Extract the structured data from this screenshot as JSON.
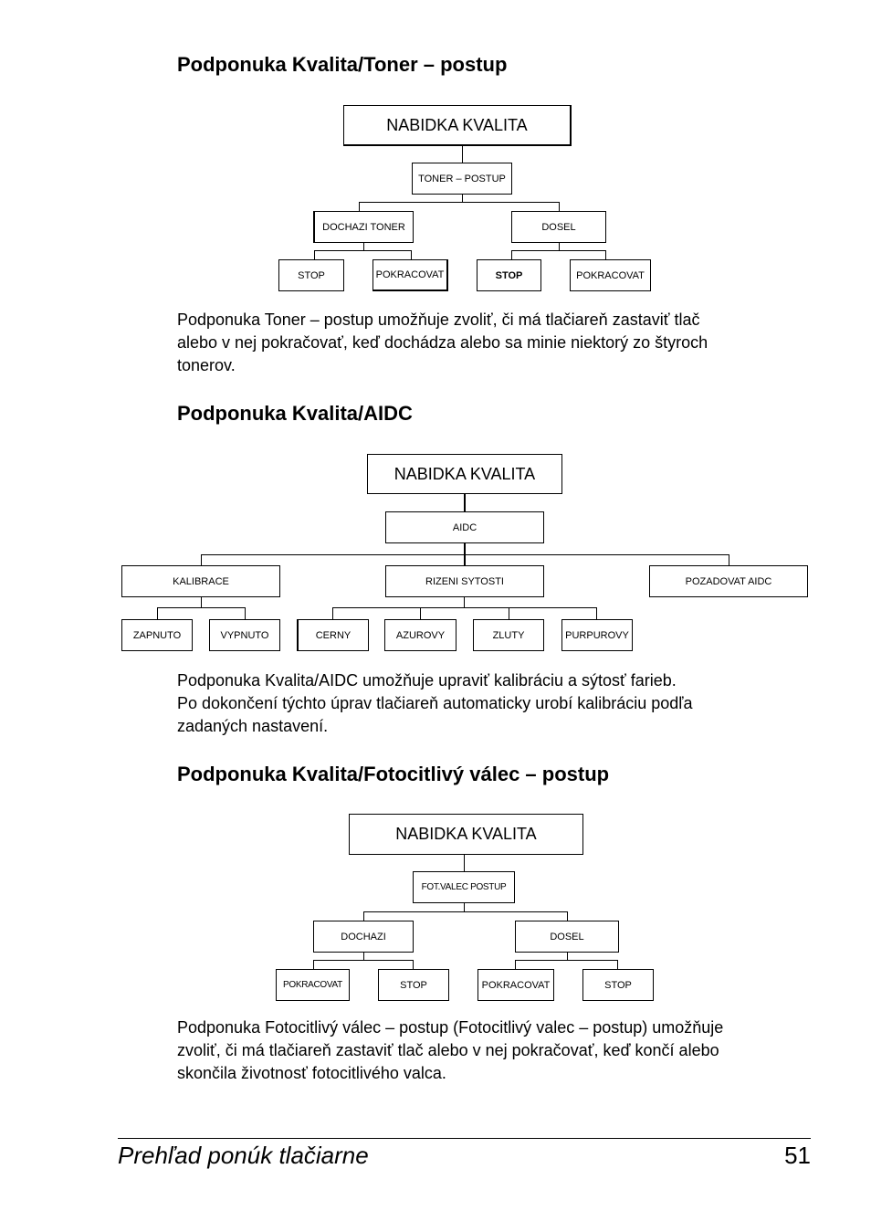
{
  "sections": [
    {
      "heading": "Podponuka Kvalita/Toner – postup",
      "diagram": {
        "root": "NABIDKA KVALITA",
        "level1": "TONER – POSTUP",
        "level2": [
          "DOCHAZI TONER",
          "DOSEL"
        ],
        "level3": [
          "STOP",
          "POKRACOVAT",
          "STOP",
          "POKRACOVAT"
        ]
      },
      "paragraph": [
        "Podponuka Toner – postup umožňuje zvoliť, či má tlačiareň zastaviť tlač",
        "alebo v nej pokračovať, keď dochádza alebo sa minie niektorý zo štyroch",
        "tonerov."
      ]
    },
    {
      "heading": "Podponuka Kvalita/AIDC",
      "diagram": {
        "root": "NABIDKA KVALITA",
        "level1": "AIDC",
        "level2": [
          "KALIBRACE",
          "RIZENI SYTOSTI",
          "POZADOVAT AIDC"
        ],
        "level3": [
          "ZAPNUTO",
          "VYPNUTO",
          "CERNY",
          "AZUROVY",
          "ZLUTY",
          "PURPUROVY"
        ]
      },
      "paragraph": [
        "Podponuka Kvalita/AIDC umožňuje upraviť kalibráciu a sýtosť farieb.",
        "Po dokončení týchto úprav tlačiareň automaticky urobí kalibráciu podľa",
        "zadaných nastavení."
      ]
    },
    {
      "heading": "Podponuka Kvalita/Fotocitlivý válec – postup",
      "diagram": {
        "root": "NABIDKA KVALITA",
        "level1": "FOT.VALEC POSTUP",
        "level2": [
          "DOCHAZI",
          "DOSEL"
        ],
        "level3": [
          "POKRACOVAT",
          "STOP",
          "POKRACOVAT",
          "STOP"
        ]
      },
      "paragraph": [
        "Podponuka Fotocitlivý válec – postup (Fotocitlivý valec – postup) umožňuje",
        "zvoliť, či má tlačiareň zastaviť tlač alebo v nej pokračovať, keď končí alebo",
        "skončila životnosť fotocitlivého valca."
      ]
    }
  ],
  "footer": {
    "title": "Prehľad ponúk tlačiarne",
    "page_number": "51"
  }
}
